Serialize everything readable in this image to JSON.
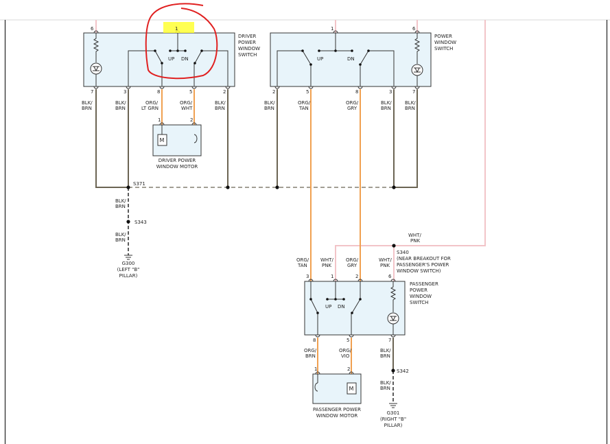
{
  "components": {
    "driver_switch": {
      "title_lines": [
        "DRIVER",
        "POWER",
        "WINDOW",
        "SWITCH"
      ],
      "up": "UP",
      "dn": "DN"
    },
    "power_window_switch": {
      "title_lines": [
        "POWER",
        "WINDOW",
        "SWITCH"
      ],
      "up": "UP",
      "dn": "DN"
    },
    "passenger_switch": {
      "title_lines": [
        "PASSENGER",
        "POWER",
        "WINDOW",
        "SWITCH"
      ],
      "up": "UP",
      "dn": "DN"
    },
    "driver_motor": {
      "title_lines": [
        "DRIVER POWER",
        "WINDOW MOTOR"
      ],
      "motor_symbol": "M"
    },
    "passenger_motor": {
      "title_lines": [
        "PASSENGER POWER",
        "WINDOW MOTOR"
      ],
      "motor_symbol": "M"
    }
  },
  "pins": {
    "ds_top": "6",
    "ds_top_highlight": "1",
    "ds_bottom": [
      "7",
      "3",
      "8",
      "5",
      "2"
    ],
    "pw_top": [
      "1",
      "6"
    ],
    "pw_bottom": [
      "2",
      "5",
      "8",
      "3",
      "7"
    ],
    "ps_top": [
      "3",
      "1",
      "2",
      "6"
    ],
    "ps_bottom": [
      "8",
      "5",
      "7"
    ],
    "dm": [
      "1",
      "2"
    ],
    "pm": [
      "1",
      "2"
    ]
  },
  "wires": {
    "ds": [
      [
        "BLK/",
        "BRN"
      ],
      [
        "BLK/",
        "BRN"
      ],
      [
        "ORG/",
        "LT GRN"
      ],
      [
        "ORG/",
        "WHT"
      ],
      [
        "BLK/",
        "BRN"
      ]
    ],
    "pw": [
      [
        "BLK/",
        "BRN"
      ],
      [
        "ORG/",
        "TAN"
      ],
      [
        "ORG/",
        "GRY"
      ],
      [
        "BLK/",
        "BRN"
      ],
      [
        "BLK/",
        "BRN"
      ]
    ],
    "ground_left_1": [
      "BLK/",
      "BRN"
    ],
    "ground_left_2": [
      "BLK/",
      "BRN"
    ],
    "wht_pnk_upper": [
      "WHT/",
      "PNK"
    ],
    "ps_top": [
      [
        "ORG/",
        "TAN"
      ],
      [
        "WHT/",
        "PNK"
      ],
      [
        "ORG/",
        "GRY"
      ],
      [
        "WHT/",
        "PNK"
      ]
    ],
    "ps_bottom": [
      [
        "ORG/",
        "BRN"
      ],
      [
        "ORG/",
        "VIO"
      ],
      [
        "BLK/",
        "BRN"
      ]
    ],
    "ground_right": [
      "BLK/",
      "BRN"
    ]
  },
  "splices": {
    "s371": "S371",
    "s343": "S343",
    "s340_lines": [
      "S340",
      "(NEAR BREAKOUT FOR",
      "PASSENGER'S POWER",
      "WINDOW SWITCH)"
    ],
    "s342": "S342"
  },
  "grounds": {
    "g300": [
      "G300",
      "(LEFT \"B\"",
      "PILLAR)"
    ],
    "g301": [
      "G301",
      "(RIGHT \"B\"",
      "PILLAR)"
    ]
  },
  "colors": {
    "component_fill": "#e8f4fa",
    "component_stroke": "#333333",
    "wire_blk_brn": "#6b6453",
    "wire_org": "#f0a050",
    "wire_pnk": "#f2c4c8",
    "annotation_red": "#e02020",
    "highlight_yellow": "#ffff33"
  }
}
